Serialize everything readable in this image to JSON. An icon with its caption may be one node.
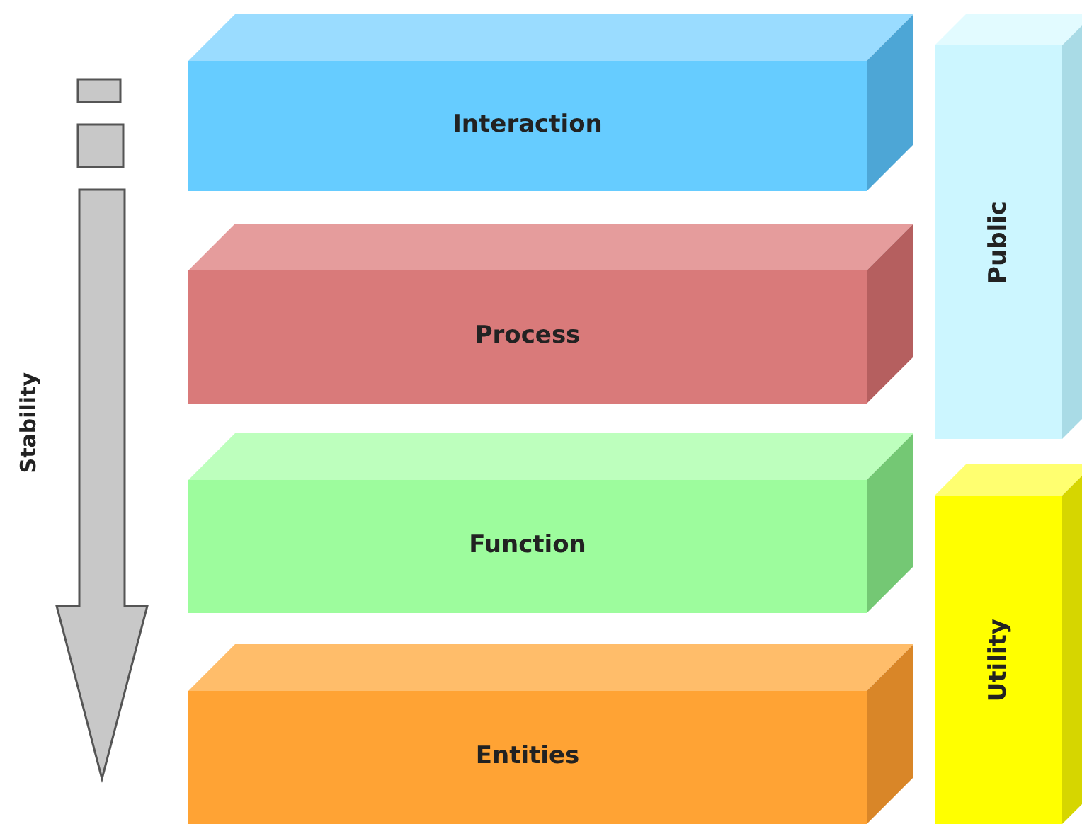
{
  "diagram": {
    "nodes": [
      {
        "text": [
          "Interaction"
        ]
      },
      {
        "text": [
          "Process"
        ]
      },
      {
        "text": [
          "Function"
        ]
      },
      {
        "text": [
          "Entities"
        ]
      },
      {
        "text": [
          "Public"
        ]
      },
      {
        "text": [
          "Utility"
        ]
      }
    ],
    "labels": [
      "Stability"
    ]
  }
}
